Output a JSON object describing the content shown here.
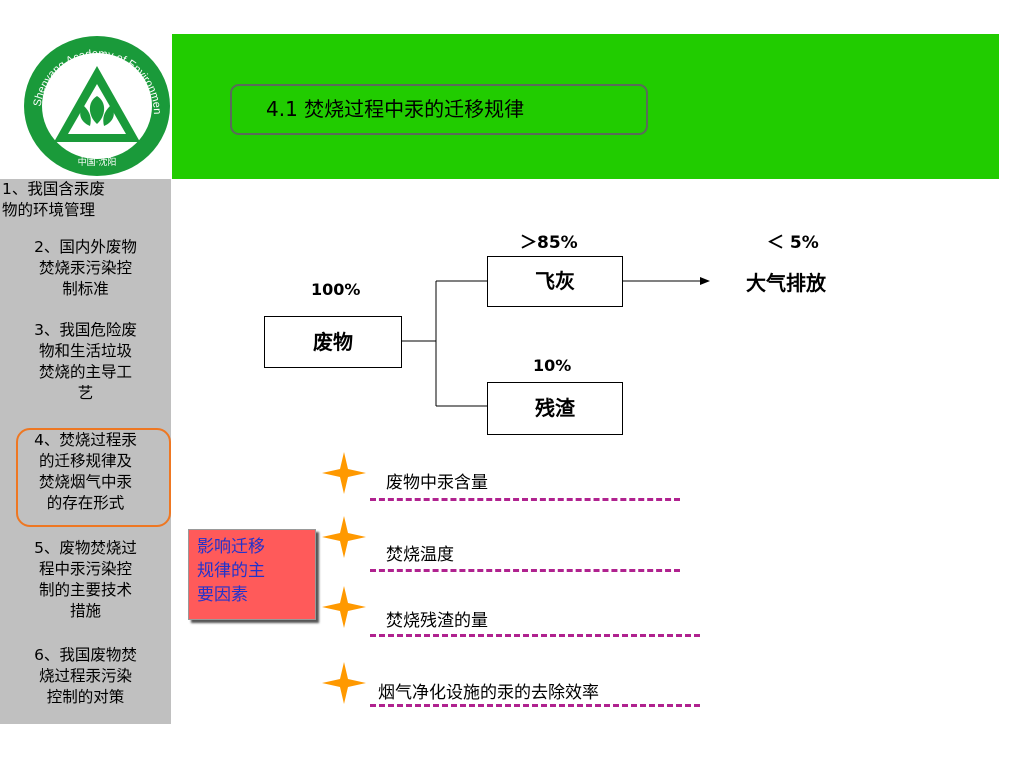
{
  "title": "4.1 焚烧过程中汞的迁移规律",
  "logo": {
    "arc_text": "Shenyang Academy of Environmental Sciences",
    "bottom_text": "中国·沈阳",
    "colors": {
      "green": "#1a9a3a",
      "inner": "#ffffff"
    }
  },
  "colors": {
    "header": "#21cc00",
    "sidebar": "#c0c0c0",
    "highlight": "#ee7722",
    "factor_bg": "#ff5a5a",
    "factor_text": "#2233cc",
    "dash": "#b0228f",
    "star": "#ff9900"
  },
  "sidebar": {
    "items": [
      {
        "lines": [
          "1、我国含汞废",
          "物的环境管理"
        ]
      },
      {
        "lines": [
          "2、国内外废物",
          "焚烧汞污染控",
          "制标准"
        ]
      },
      {
        "lines": [
          "3、我国危险废",
          "物和生活垃圾",
          "焚烧的主导工",
          "艺"
        ]
      },
      {
        "lines": [
          "4、焚烧过程汞",
          "的迁移规律及",
          "焚烧烟气中汞",
          "的存在形式"
        ],
        "active": true
      },
      {
        "lines": [
          "5、废物焚烧过",
          "程中汞污染控",
          "制的主要技术",
          "措施"
        ]
      },
      {
        "lines": [
          "6、我国废物焚",
          "烧过程汞污染",
          "控制的对策"
        ]
      }
    ]
  },
  "flow": {
    "waste": {
      "label": "废物",
      "pct": "100%"
    },
    "fly_ash": {
      "label": "飞灰",
      "pct": "＞85%"
    },
    "residue": {
      "label": "残渣",
      "pct": "10%"
    },
    "atmosphere": {
      "label": "大气排放",
      "pct": "＜ 5%"
    }
  },
  "factors": {
    "box_label_lines": [
      "影响迁移",
      "规律的主",
      "要因素"
    ],
    "items": [
      "废物中汞含量",
      "焚烧温度",
      "焚烧残渣的量",
      "烟气净化设施的汞的去除效率"
    ]
  }
}
